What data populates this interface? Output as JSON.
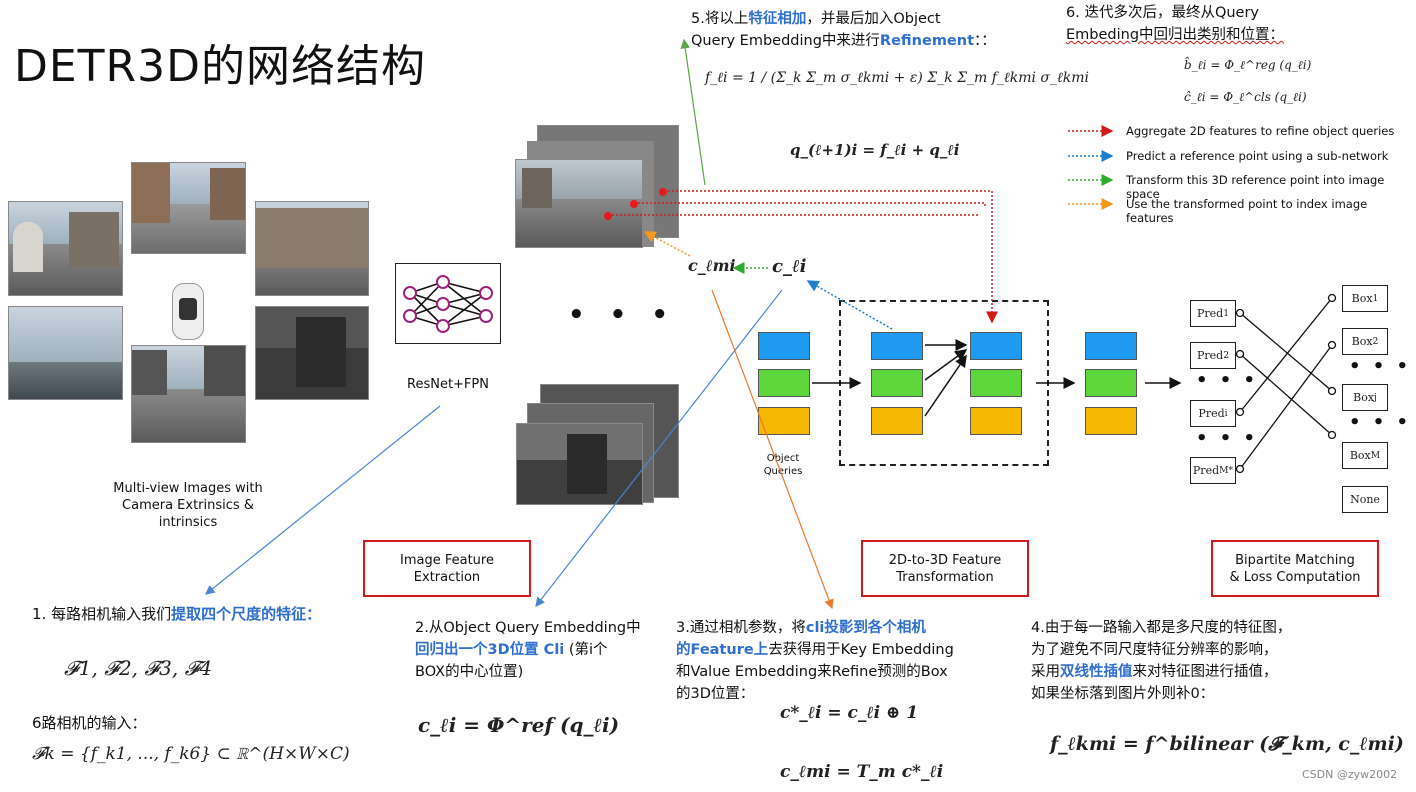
{
  "title": "DETR3D的网络结构",
  "multiview_caption": [
    "Multi-view Images with",
    "Camera Extrinsics &",
    "intrinsics"
  ],
  "resnet_label": "ResNet+FPN",
  "object_queries_label": [
    "Object",
    "Queries"
  ],
  "stage_boxes": {
    "image_feature_extraction": [
      "Image Feature",
      "Extraction"
    ],
    "feature_transformation": [
      "2D-to-3D Feature",
      "Transformation"
    ],
    "bipartite_matching": [
      "Bipartite Matching",
      "& Loss Computation"
    ]
  },
  "preds": [
    "Pred",
    "Pred",
    "Pred",
    "Pred"
  ],
  "pred_subs": [
    "1",
    "2",
    "i",
    "M*"
  ],
  "boxes": [
    "Box",
    "Box",
    "Box",
    "Box",
    "None"
  ],
  "box_subs": [
    "1",
    "2",
    "j",
    "M",
    ""
  ],
  "dots": "• • •",
  "legend": [
    {
      "label": "Aggregate 2D features to refine object queries",
      "color": "#d11b1b"
    },
    {
      "label": "Predict a reference point using a sub-network",
      "color": "#1e7fd0"
    },
    {
      "label": "Transform this 3D reference point into image space",
      "color": "#2eaa2e"
    },
    {
      "label": "Use the transformed point to index image features",
      "color": "#f39a1d"
    }
  ],
  "note5": {
    "pre": "5.将以上",
    "hl": "特征相加",
    "mid": "，并最后加入Object",
    "line2_pre": "Query Embedding中来进行",
    "line2_hl": "Refinement",
    "line2_post": "：："
  },
  "note6": {
    "line1": "6. 迭代多次后，最终从Query",
    "line2": "Embeding中回归出类别和位置："
  },
  "note1": {
    "pre": "1. 每路相机输入我们",
    "hl": "提取四个尺度的特征："
  },
  "note6cam": "6路相机的输入：",
  "note2": {
    "line1": "2.从Object Query Embedding中",
    "line2_hl": "回归出一个3D位置 Cli",
    "line2_post": " (第i个",
    "line3": "BOX的中心位置)"
  },
  "note3": {
    "pre": "3.通过相机参数，将",
    "hl": "cli投影到各个相机",
    "line2_hl": "的Feature上",
    "line2_post": "去获得用于Key Embedding",
    "line3": "和Value Embedding来Refine预测的Box",
    "line4": "的3D位置："
  },
  "note4": {
    "line1": "4.由于每一路输入都是多尺度的特征图，",
    "line2": "为了避免不同尺度特征分辨率的影响，",
    "line3_pre": "采用",
    "line3_hl": "双线性插值",
    "line3_post": "来对特征图进行插值，",
    "line4": "如果坐标落到图片外则补0："
  },
  "formulas": {
    "f_eq": "f_ℓi = 1 / (Σ_k Σ_m σ_ℓkmi + ε) Σ_k Σ_m f_ℓkmi σ_ℓkmi",
    "q_eq": "q_(ℓ+1)i = f_ℓi + q_ℓi",
    "b_eq": "b̂_ℓi = Φ_ℓ^reg (q_ℓi)",
    "c_eq": "ĉ_ℓi = Φ_ℓ^cls (q_ℓi)",
    "F_set": "𝓕1, 𝓕2, 𝓕3, 𝓕4",
    "Fk": "𝓕k = {f_k1, ..., f_k6} ⊂ ℝ^(H×W×C)",
    "cli": "c_ℓi = Φ^ref (q_ℓi)",
    "cstar": "c*_ℓi = c_ℓi ⊕ 1",
    "cmi": "c_ℓmi = T_m c*_ℓi",
    "bilinear": "f_ℓkmi = f^bilinear (𝓕_km, c_ℓmi)",
    "c_lmi_label": "c_ℓmi",
    "c_li_label": "c_ℓi"
  },
  "watermark": "CSDN @zyw2002"
}
